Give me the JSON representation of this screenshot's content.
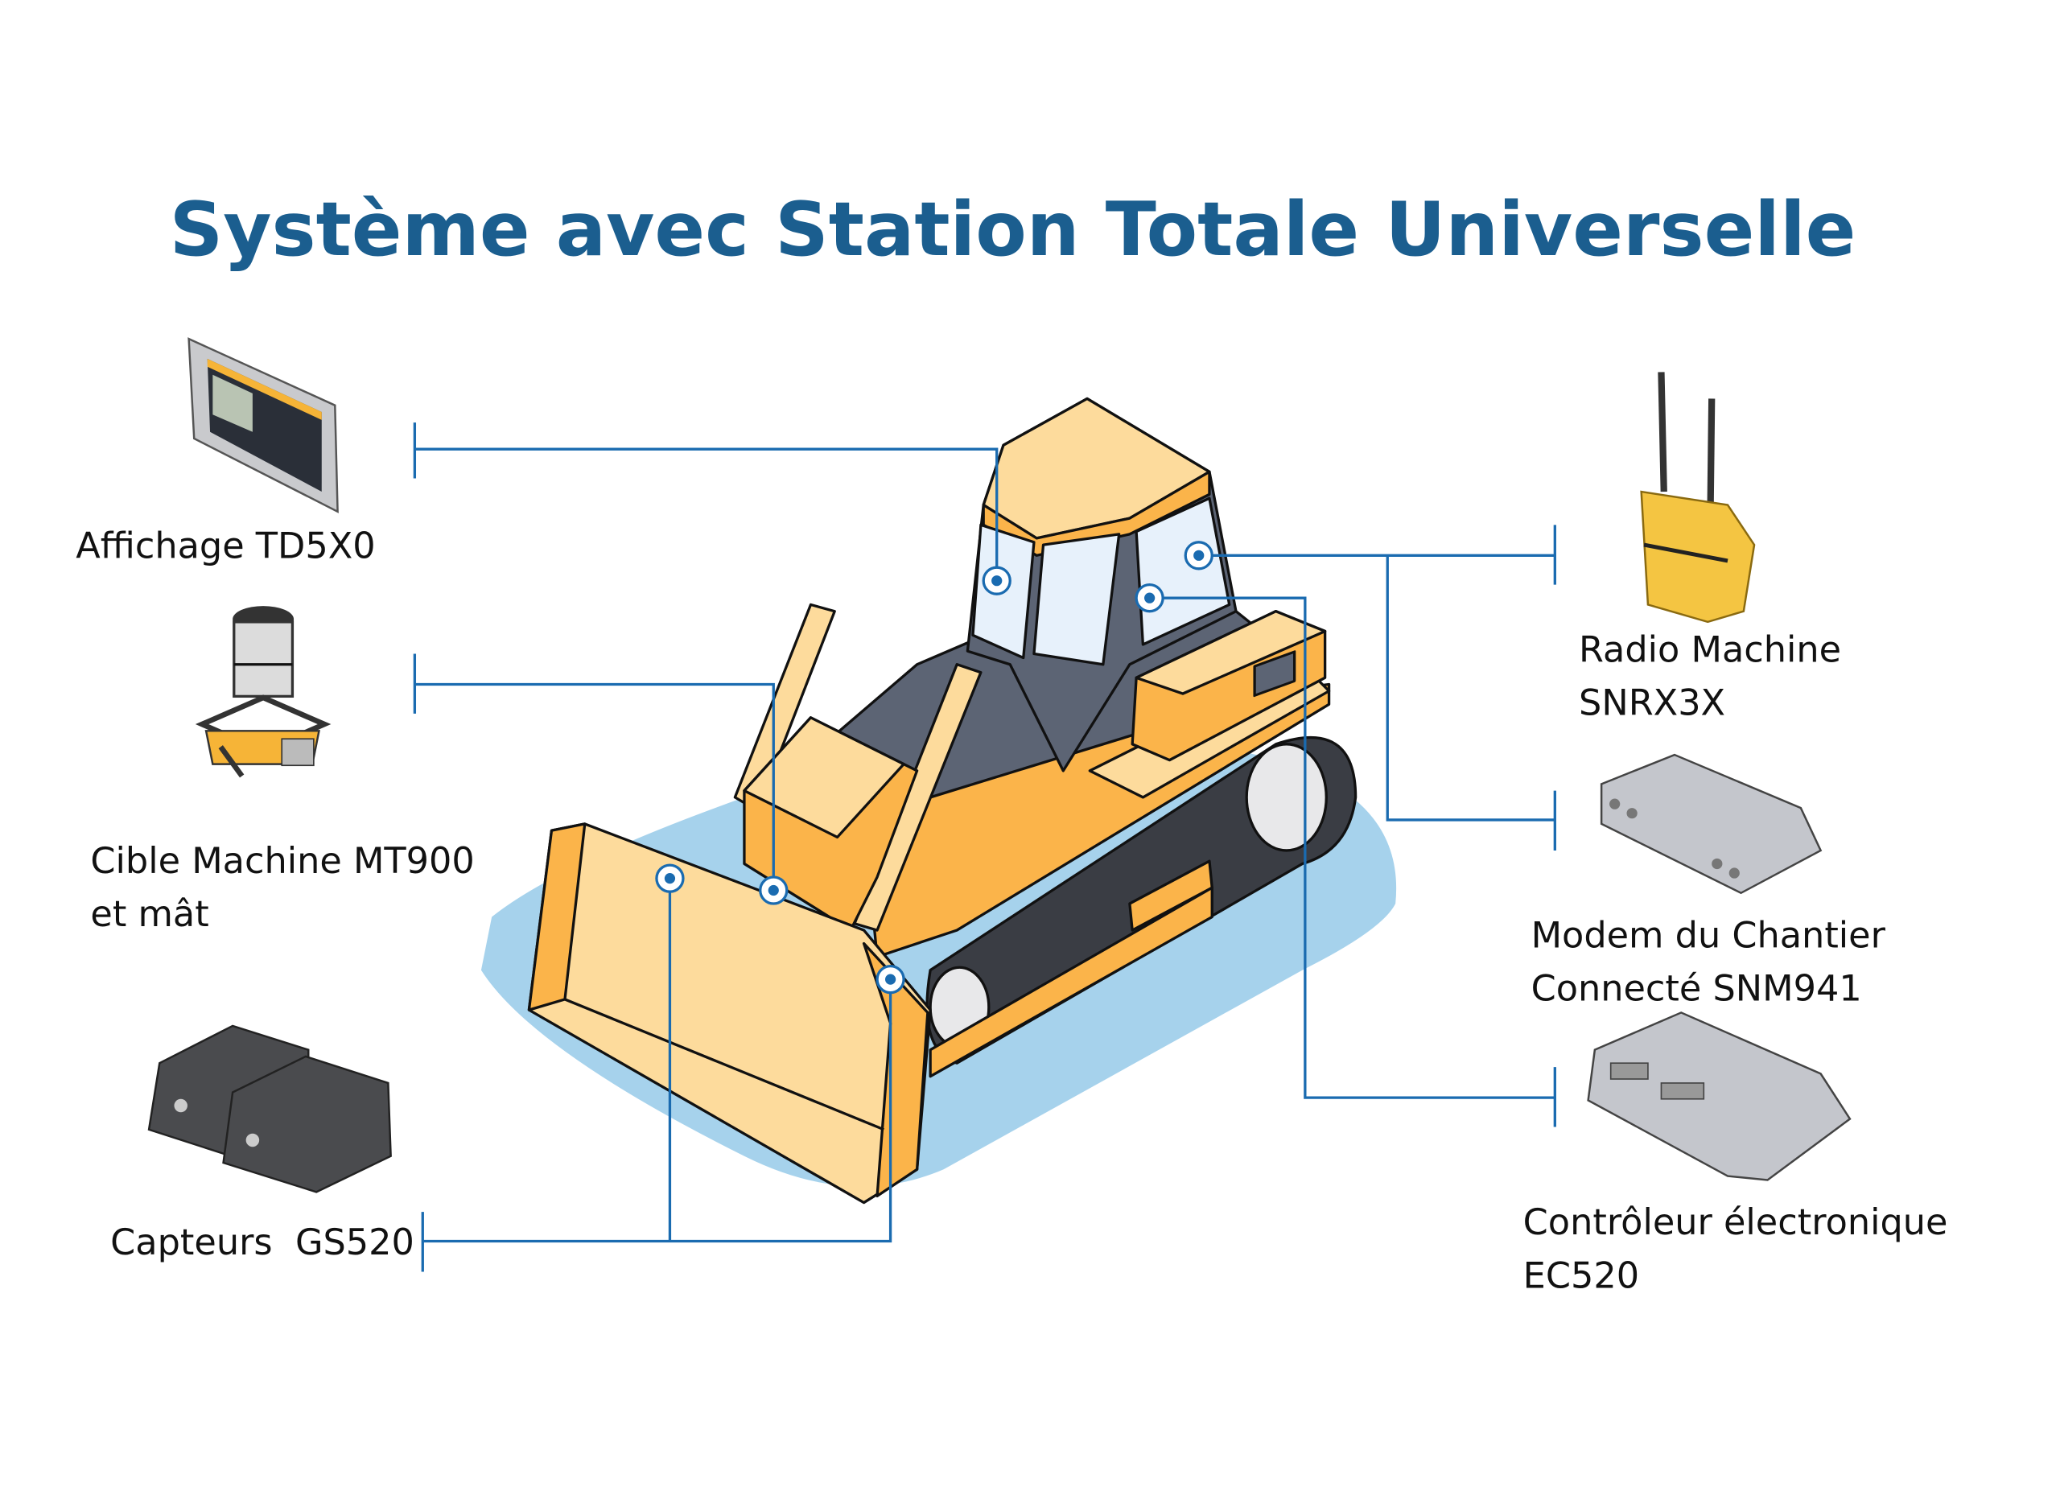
{
  "title": "Système avec Station Totale Universelle",
  "components": {
    "display": {
      "line1": "Affichage TD5X0",
      "icon": "tablet-display-icon"
    },
    "target": {
      "line1": "Cible Machine MT900",
      "line2": "et mât",
      "icon": "machine-target-icon"
    },
    "sensors": {
      "line1": "Capteurs  GS520",
      "icon": "sensor-pair-icon"
    },
    "radio": {
      "line1": "Radio Machine",
      "line2": "SNRX3X",
      "icon": "radio-antenna-icon"
    },
    "modem": {
      "line1": "Modem du Chantier",
      "line2": "Connecté SNM941",
      "icon": "modem-icon"
    },
    "controller": {
      "line1": "Contrôleur électronique",
      "line2": "EC520",
      "icon": "controller-icon"
    }
  },
  "colors": {
    "accent": "#1a6bb0",
    "title": "#1b5e8f",
    "machine_yellow": "#fbb44a",
    "machine_light": "#fddb9c",
    "shadow": "#a6d2ec",
    "dark": "#5c6474"
  }
}
